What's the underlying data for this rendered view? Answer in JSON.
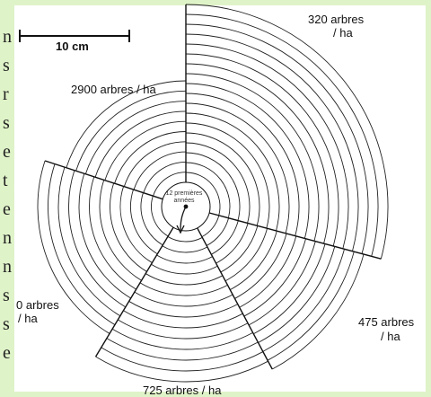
{
  "labels": {
    "scale": "10 cm",
    "top_right": [
      "320 arbres",
      "/ ha"
    ],
    "top_left": "2900 arbres / ha",
    "left": [
      "0 arbres",
      "/ ha"
    ],
    "right": [
      "475 arbres",
      "/ ha"
    ],
    "bottom": "725 arbres / ha",
    "center": [
      "12 premières",
      "années"
    ]
  },
  "margin_glyphs": [
    "n",
    "s",
    "r",
    "s",
    "e",
    "t",
    "e",
    "n",
    "n",
    "s",
    "s",
    "e"
  ],
  "diagram": {
    "sectors": [
      {
        "name": "320 arbres / ha",
        "rings": 18
      },
      {
        "name": "475 arbres / ha",
        "rings": 16
      },
      {
        "name": "725 arbres / ha",
        "rings": 14
      },
      {
        "name": "0 arbres / ha",
        "rings": 12
      },
      {
        "name": "2900 arbres / ha",
        "rings": 10
      }
    ]
  }
}
